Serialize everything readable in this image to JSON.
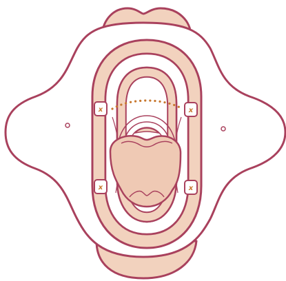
{
  "diagram": {
    "colors": {
      "outline": "#a9415d",
      "fill": "#f2d2be",
      "tongue": "#efc9b4",
      "accent": "#c8782f",
      "background": "#ffffff"
    },
    "markers": {
      "top_left": "x",
      "top_right": "x",
      "bottom_left": "x",
      "bottom_right": "x"
    }
  }
}
